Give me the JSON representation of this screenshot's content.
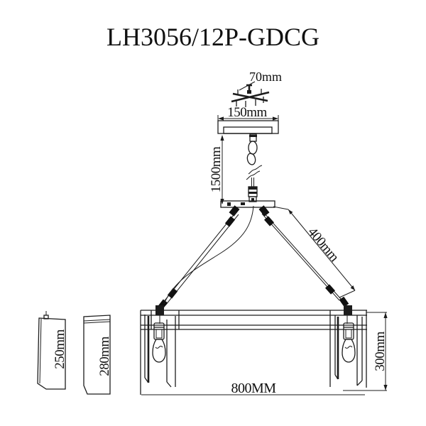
{
  "drawing": {
    "title": "LH3056/12P-GDCG",
    "colors": {
      "line": "#1c1c1c",
      "background": "#ffffff"
    },
    "dimensions": {
      "mounting_bracket_width": "70mm",
      "canopy_width": "150mm",
      "suspension_length": "1500mm",
      "arm_length": "400mm",
      "glass_panel_short_height": "250mm",
      "glass_panel_tall_height": "280mm",
      "shade_height": "300mm",
      "overall_width": "800MM"
    }
  }
}
